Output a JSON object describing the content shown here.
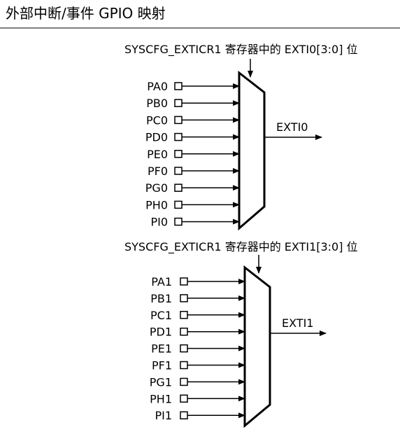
{
  "page_title": "外部中断/事件 GPIO 映射",
  "muxes": [
    {
      "register_label": "SYSCFG_EXTICR1 寄存器中的 EXTI0[3:0] 位",
      "output_label": "EXTI0",
      "inputs": [
        "PA0",
        "PB0",
        "PC0",
        "PD0",
        "PE0",
        "PF0",
        "PG0",
        "PH0",
        "PI0"
      ]
    },
    {
      "register_label": "SYSCFG_EXTICR1 寄存器中的 EXTI1[3:0] 位",
      "output_label": "EXTI1",
      "inputs": [
        "PA1",
        "PB1",
        "PC1",
        "PD1",
        "PE1",
        "PF1",
        "PG1",
        "PH1",
        "PI1"
      ]
    }
  ]
}
